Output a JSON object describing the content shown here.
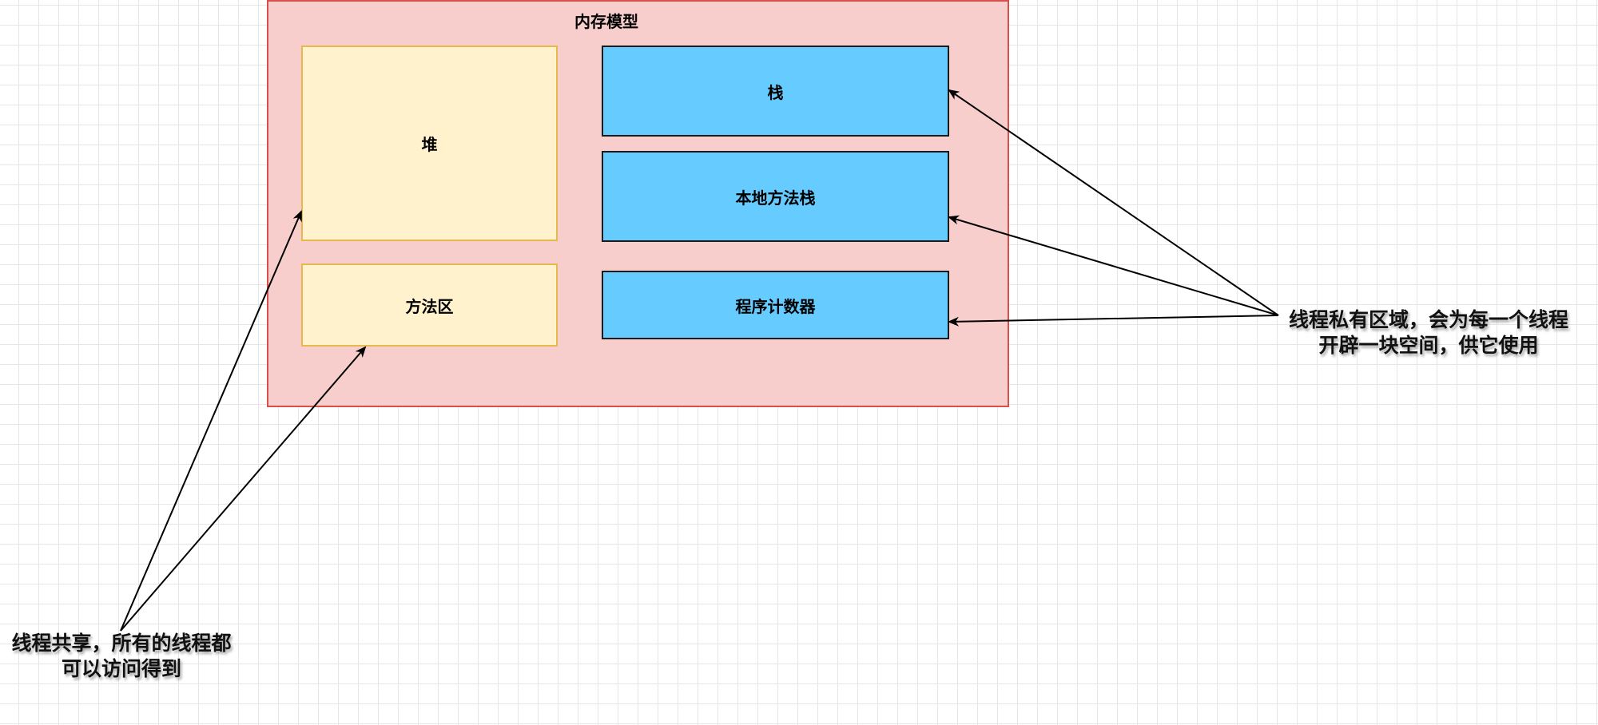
{
  "diagram": {
    "container": {
      "title": "内存模型"
    },
    "shared_boxes": {
      "heap": "堆",
      "method_area": "方法区"
    },
    "private_boxes": {
      "stack": "栈",
      "native_method_stack": "本地方法栈",
      "program_counter": "程序计数器"
    },
    "notes": {
      "shared": {
        "line1": "线程共享，所有的线程都",
        "line2": "可以访问得到"
      },
      "private": {
        "line1": "线程私有区域，会为每一个线程",
        "line2": "开辟一块空间，供它使用"
      }
    },
    "colors": {
      "container_fill": "#f8cecc",
      "container_border": "#d8504c",
      "shared_fill": "#fff2cc",
      "shared_border": "#e6b94f",
      "private_fill": "#66ccff",
      "private_border": "#1a1a1a",
      "arrow": "#000000"
    }
  }
}
